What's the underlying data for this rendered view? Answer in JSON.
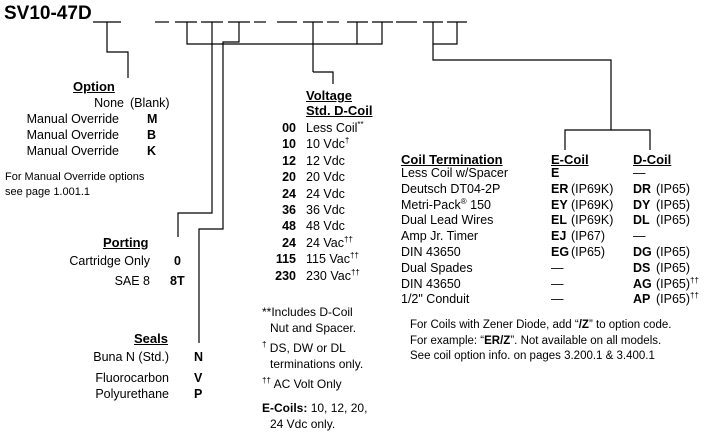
{
  "model": "SV10-47D",
  "option": {
    "heading": "Option",
    "items": [
      {
        "label": "None",
        "code": "(Blank)"
      },
      {
        "label": "Manual Override",
        "code": "M"
      },
      {
        "label": "Manual Override",
        "code": "B"
      },
      {
        "label": "Manual Override",
        "code": "K"
      }
    ],
    "note_line1": "For Manual Override options",
    "note_line2": "see page 1.001.1"
  },
  "porting": {
    "heading": "Porting",
    "items": [
      {
        "label": "Cartridge Only",
        "code": "0"
      },
      {
        "label": "SAE 8",
        "code": "8T"
      }
    ]
  },
  "seals": {
    "heading": "Seals",
    "items": [
      {
        "label": "Buna N (Std.)",
        "code": "N"
      },
      {
        "label": "Fluorocarbon",
        "code": "V"
      },
      {
        "label": "Polyurethane",
        "code": "P"
      }
    ]
  },
  "voltage": {
    "heading1": "Voltage",
    "heading2": "Std. D-Coil",
    "items": [
      {
        "code": "00",
        "label": "Less Coil",
        "mark": "**"
      },
      {
        "code": "10",
        "label": "10 Vdc",
        "mark": "†"
      },
      {
        "code": "12",
        "label": "12 Vdc",
        "mark": ""
      },
      {
        "code": "20",
        "label": "20 Vdc",
        "mark": ""
      },
      {
        "code": "24",
        "label": "24 Vdc",
        "mark": ""
      },
      {
        "code": "36",
        "label": "36 Vdc",
        "mark": ""
      },
      {
        "code": "48",
        "label": "48 Vdc",
        "mark": ""
      },
      {
        "code": "24",
        "label": "24 Vac",
        "mark": "††"
      },
      {
        "code": "115",
        "label": "115 Vac",
        "mark": "††"
      },
      {
        "code": "230",
        "label": "230 Vac",
        "mark": "††"
      }
    ],
    "note1_line1": "**Includes D-Coil",
    "note1_line2": "Nut and Spacer.",
    "note2_mark": "†",
    "note2_line1": "DS, DW or DL",
    "note2_line2": "terminations only.",
    "note3_mark": "††",
    "note3_line1": "AC Volt Only",
    "ecoils_label": "E-Coils:",
    "ecoils_line1": "10, 12, 20,",
    "ecoils_line2": "24 Vdc only."
  },
  "coil": {
    "heading": "Coil Termination",
    "ecoil_heading": "E-Coil",
    "dcoil_heading": "D-Coil",
    "rows": [
      {
        "term": "Less Coil w/Spacer",
        "reg": "",
        "e_code": "E",
        "e_rating": "",
        "d_code": "",
        "d_rating": "—",
        "d_mark": ""
      },
      {
        "term": "Deutsch DT04-2P",
        "reg": "",
        "e_code": "ER",
        "e_rating": "(IP69K)",
        "d_code": "DR",
        "d_rating": "(IP65)",
        "d_mark": ""
      },
      {
        "term": "Metri-Pack",
        "reg": "®",
        "term_suffix": " 150",
        "e_code": "EY",
        "e_rating": "(IP69K)",
        "d_code": "DY",
        "d_rating": "(IP65)",
        "d_mark": ""
      },
      {
        "term": "Dual Lead Wires",
        "reg": "",
        "e_code": "EL",
        "e_rating": "(IP69K)",
        "d_code": "DL",
        "d_rating": "(IP65)",
        "d_mark": ""
      },
      {
        "term": "Amp Jr. Timer",
        "reg": "",
        "e_code": "EJ",
        "e_rating": "(IP67)",
        "d_code": "",
        "d_rating": "—",
        "d_mark": ""
      },
      {
        "term": "DIN 43650",
        "reg": "",
        "e_code": "EG",
        "e_rating": "(IP65)",
        "d_code": "DG",
        "d_rating": "(IP65)",
        "d_mark": ""
      },
      {
        "term": "Dual Spades",
        "reg": "",
        "e_code": "",
        "e_rating": "—",
        "d_code": "DS",
        "d_rating": "(IP65)",
        "d_mark": ""
      },
      {
        "term": "DIN 43650",
        "reg": "",
        "e_code": "",
        "e_rating": "—",
        "d_code": "AG",
        "d_rating": "(IP65)",
        "d_mark": "††"
      },
      {
        "term": "1/2\" Conduit",
        "reg": "",
        "e_code": "",
        "e_rating": "—",
        "d_code": "AP",
        "d_rating": "(IP65)",
        "d_mark": "††"
      }
    ],
    "note1_a": "For Coils with Zener Diode, add “",
    "note1_b": "/Z",
    "note1_c": "” to option code.",
    "note2_a": "For example: “",
    "note2_b": "ER/Z",
    "note2_c": "”. Not available on all models.",
    "note3": "See coil option info. on pages 3.200.1 & 3.400.1"
  }
}
